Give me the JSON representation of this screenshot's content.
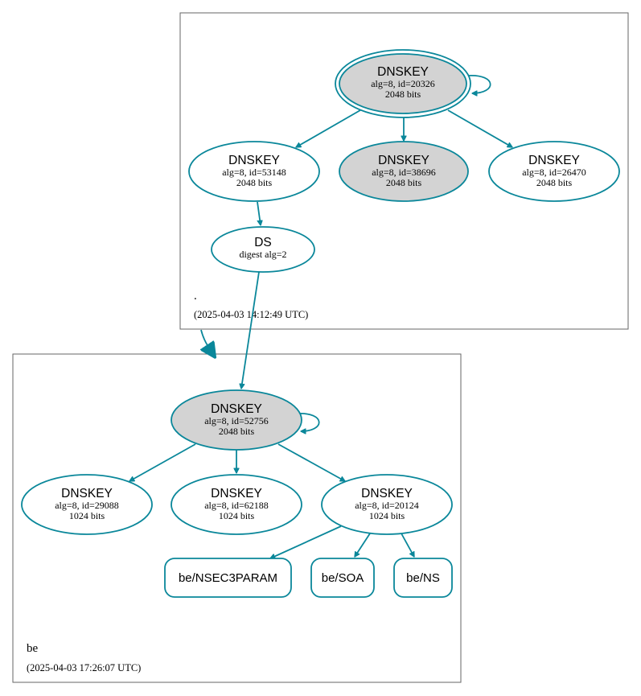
{
  "zones": {
    "root": {
      "name": ".",
      "timestamp": "(2025-04-03 14:12:49 UTC)"
    },
    "be": {
      "name": "be",
      "timestamp": "(2025-04-03 17:26:07 UTC)"
    }
  },
  "nodes": {
    "root_ksk": {
      "title": "DNSKEY",
      "line1": "alg=8, id=20326",
      "line2": "2048 bits"
    },
    "root_k53148": {
      "title": "DNSKEY",
      "line1": "alg=8, id=53148",
      "line2": "2048 bits"
    },
    "root_k38696": {
      "title": "DNSKEY",
      "line1": "alg=8, id=38696",
      "line2": "2048 bits"
    },
    "root_k26470": {
      "title": "DNSKEY",
      "line1": "alg=8, id=26470",
      "line2": "2048 bits"
    },
    "ds": {
      "title": "DS",
      "line1": "digest alg=2"
    },
    "be_ksk": {
      "title": "DNSKEY",
      "line1": "alg=8, id=52756",
      "line2": "2048 bits"
    },
    "be_k29088": {
      "title": "DNSKEY",
      "line1": "alg=8, id=29088",
      "line2": "1024 bits"
    },
    "be_k62188": {
      "title": "DNSKEY",
      "line1": "alg=8, id=62188",
      "line2": "1024 bits"
    },
    "be_k20124": {
      "title": "DNSKEY",
      "line1": "alg=8, id=20124",
      "line2": "1024 bits"
    }
  },
  "rrsets": {
    "nsec3param": "be/NSEC3PARAM",
    "soa": "be/SOA",
    "ns": "be/NS"
  },
  "colors": {
    "edge": "#0a879a",
    "secure_entry_point_fill": "#d3d3d3",
    "node_fill": "#ffffff",
    "zone_border": "#666666"
  }
}
